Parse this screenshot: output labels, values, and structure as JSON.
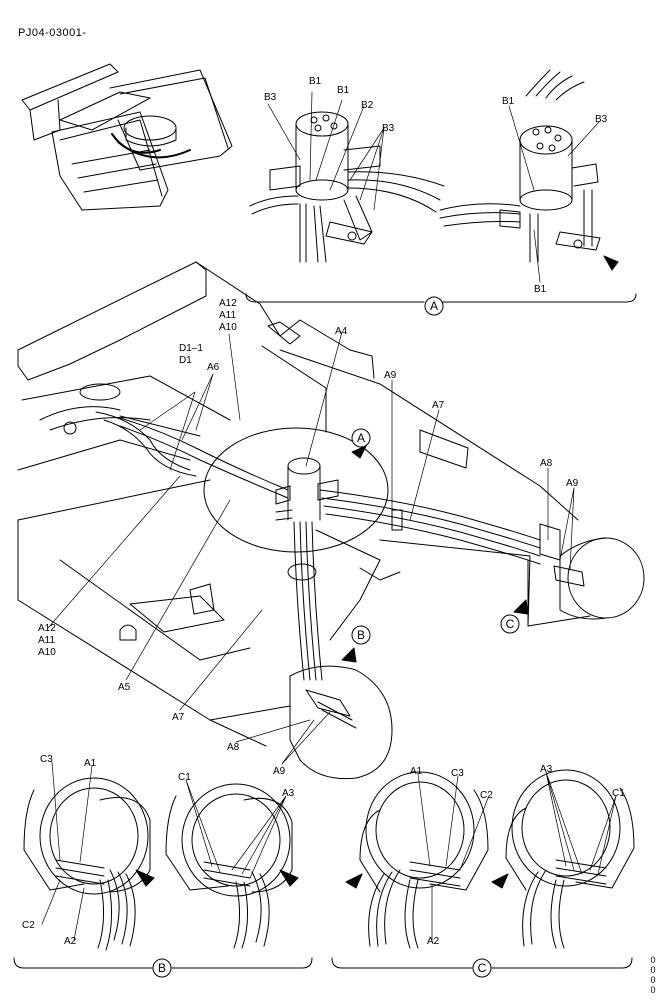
{
  "document_id": "PJ04-03001-",
  "side_code": [
    "0",
    "0",
    "0",
    "0"
  ],
  "views": {
    "A": "A",
    "B": "B",
    "C": "C"
  },
  "labels": {
    "B1": "B1",
    "B2": "B2",
    "B3": "B3",
    "A1": "A1",
    "A2": "A2",
    "A3": "A3",
    "A4": "A4",
    "A5": "A5",
    "A6": "A6",
    "A7": "A7",
    "A8": "A8",
    "A9": "A9",
    "A10": "A10",
    "A11": "A11",
    "A12": "A12",
    "C1": "C1",
    "C2": "C2",
    "C3": "C3",
    "D1": "D1",
    "D1_1": "D1–1"
  }
}
